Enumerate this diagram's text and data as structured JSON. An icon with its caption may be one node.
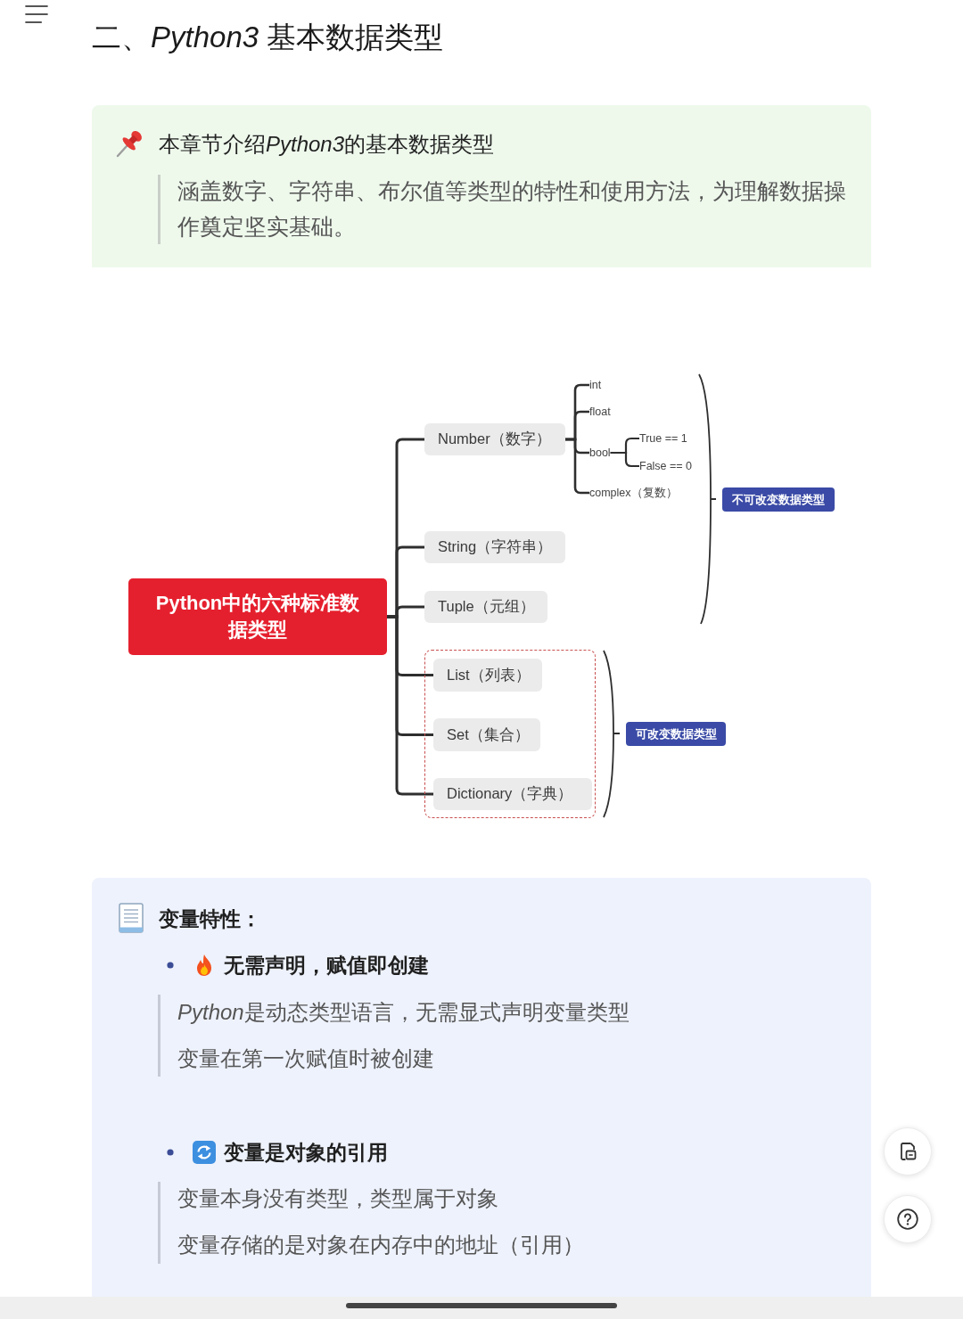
{
  "diagram": {
    "title": "二、Python3 基本数据类型",
    "nodes": [
      {
        "text": [
          "本章节介绍Python3的基本数据类型",
          "涵盖数字、字符串、布尔值等类型的特性和使用方法，为理解数据操作奠定坚实基础。"
        ]
      },
      {
        "text": [
          "Python中的六种标准数据类型"
        ]
      },
      {
        "text": [
          "Number（数字）"
        ]
      },
      {
        "text": [
          "int"
        ]
      },
      {
        "text": [
          "float"
        ]
      },
      {
        "text": [
          "bool"
        ]
      },
      {
        "text": [
          "True == 1"
        ]
      },
      {
        "text": [
          "False == 0"
        ]
      },
      {
        "text": [
          "complex（复数）"
        ]
      },
      {
        "text": [
          "String（字符串）"
        ]
      },
      {
        "text": [
          "Tuple（元组）"
        ]
      },
      {
        "text": [],
        "shape": "box"
      },
      {
        "text": [
          "List（列表）"
        ],
        "in": 11
      },
      {
        "text": [
          "Set（集合）"
        ],
        "in": 11
      },
      {
        "text": [
          "Dictionary（字典）"
        ],
        "in": 11
      },
      {
        "text": [
          "不可改变数据类型"
        ]
      },
      {
        "text": [
          "可改变数据类型"
        ]
      },
      {
        "text": [
          "变量特性：",
          "无需声明，赋值即创建",
          "Python是动态类型语言，无需显式声明变量类型",
          "变量在第一次赋值时被创建",
          "变量是对象的引用",
          "变量本身没有类型，类型属于对象",
          "变量存储的是对象在内存中的地址（引用）"
        ]
      }
    ],
    "edges": [
      {
        "from": 1,
        "to": 2,
        "arrow": "none"
      },
      {
        "from": 1,
        "to": 9,
        "arrow": "none"
      },
      {
        "from": 1,
        "to": 10,
        "arrow": "none"
      },
      {
        "from": 1,
        "to": 12,
        "arrow": "none"
      },
      {
        "from": 1,
        "to": 13,
        "arrow": "none"
      },
      {
        "from": 1,
        "to": 14,
        "arrow": "none"
      },
      {
        "from": 2,
        "to": 3,
        "arrow": "none"
      },
      {
        "from": 2,
        "to": 4,
        "arrow": "none"
      },
      {
        "from": 2,
        "to": 5,
        "arrow": "none"
      },
      {
        "from": 2,
        "to": 8,
        "arrow": "none"
      },
      {
        "from": 5,
        "to": 6,
        "arrow": "none"
      },
      {
        "from": 5,
        "to": 7,
        "arrow": "none"
      }
    ]
  }
}
